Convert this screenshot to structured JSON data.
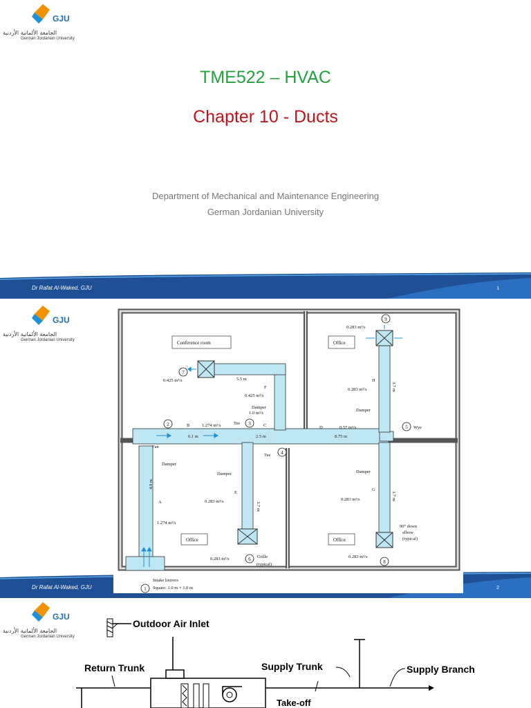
{
  "logo": {
    "brand": "GJU",
    "arabic": "الجامعة الألمانية الأردنية",
    "english": "German Jordanian University"
  },
  "slide1": {
    "title": "TME522 – HVAC",
    "subtitle": "Chapter 10 - Ducts",
    "dept_line1": "Department of Mechanical and Maintenance Engineering",
    "dept_line2": "German Jordanian University",
    "footer": "Dr Rafat Al-Waked, GJU",
    "page": "1"
  },
  "slide2": {
    "footer": "Dr Rafat Al-Waked, GJU",
    "page": "2",
    "figure": {
      "rooms": {
        "conference": "Conference room",
        "office_tr": "Office",
        "office_bl": "Office",
        "office_br": "Office"
      },
      "nodes": [
        "1",
        "2",
        "3",
        "4",
        "5",
        "6",
        "7",
        "8",
        "9"
      ],
      "labels": {
        "q7": "0.425 m³/s",
        "len_f": "5.5 m",
        "sec_f": "F",
        "q_f": "0.425 m³/s",
        "damper_f": "Damper",
        "damper_f_q": "1.0 m³/s",
        "tee3": "Tee",
        "sec_b": "B",
        "q_b": "1.274 m³/s",
        "len_b": "6.1 m",
        "sec_c": "C",
        "len_c": "2.5 m",
        "sec_d": "D",
        "q_d": "0.57 m³/s",
        "len_d": "8.75 m",
        "wye": "Wye",
        "fan": "Fan",
        "tee4": "Tee",
        "damper_a": "Damper",
        "sec_a": "A",
        "len_a": "4.9 m",
        "q_a": "1.274 m³/s",
        "damper_e": "Damper",
        "sec_e": "E",
        "q_e": "0.283 m³/s",
        "len_e": "3.7 m",
        "q6": "0.283 m³/s",
        "grille": "Grille",
        "grille2": "(typical)",
        "intake1": "Intake louvers",
        "intake2": "Square: 1.0 m × 1.0 m",
        "q9": "0.283 m³/s",
        "sec_h": "H",
        "q_h": "0.283 m³/s",
        "len_h": "3.7 m",
        "damper_h": "Damper",
        "damper_g": "Damper",
        "sec_g": "G",
        "q_g": "0.283 m³/s",
        "len_g": "3.7 m",
        "elbow1": "90° down",
        "elbow2": "elbow",
        "elbow3": "(typical)",
        "q8": "0.283 m³/s"
      }
    }
  },
  "slide3": {
    "labels": {
      "outdoor": "Outdoor Air Inlet",
      "return": "Return Trunk",
      "supply": "Supply Trunk",
      "branch": "Supply Branch",
      "takeoff": "Take-off"
    }
  },
  "colors": {
    "green": "#22a23a",
    "red": "#c0141b",
    "footer_blue": "#1f4f95",
    "duct": "#bfe6f3",
    "orange": "#f39200"
  }
}
